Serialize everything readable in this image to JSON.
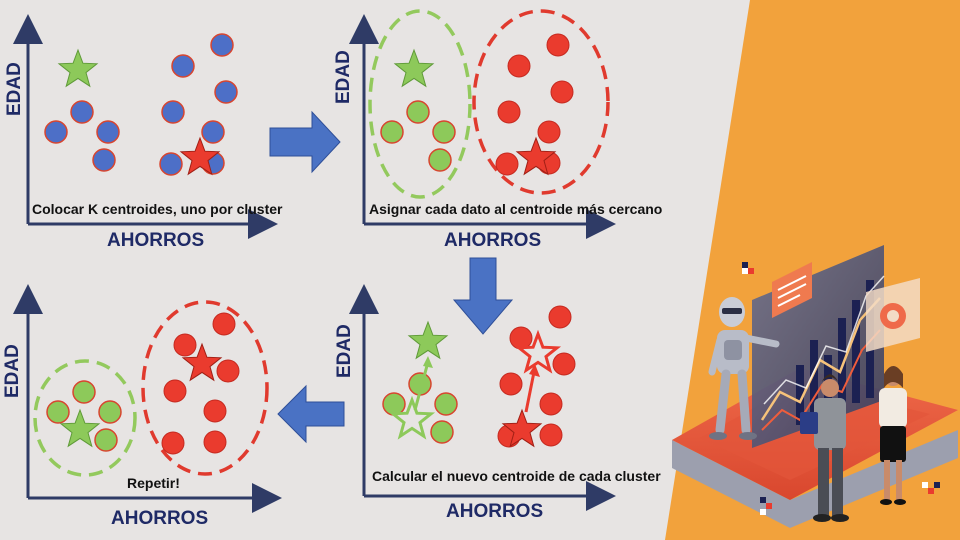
{
  "colors": {
    "background": "#e7e4e3",
    "accent_orange": "#f2a23c",
    "axis": "#2f3b66",
    "label": "#1f2a66",
    "blue_point": "#4d6fc7",
    "green_point": "#8dc95a",
    "red_point": "#ea3b2e",
    "arrow": "#4a72c4"
  },
  "panels": [
    {
      "id": "panel-1",
      "y_label": "EDAD",
      "x_label": "AHORROS",
      "caption": "Colocar K centroides, uno por cluster"
    },
    {
      "id": "panel-2",
      "y_label": "EDAD",
      "x_label": "AHORROS",
      "caption": "Asignar cada dato al centroide más cercano"
    },
    {
      "id": "panel-3",
      "y_label": "EDAD",
      "x_label": "AHORROS",
      "caption": "Calcular el nuevo centroide de cada cluster"
    },
    {
      "id": "panel-4",
      "y_label": "EDAD",
      "x_label": "AHORROS",
      "caption": "Repetir!"
    }
  ],
  "illustration": {
    "icon": "robot-business-analytics-illustration"
  }
}
